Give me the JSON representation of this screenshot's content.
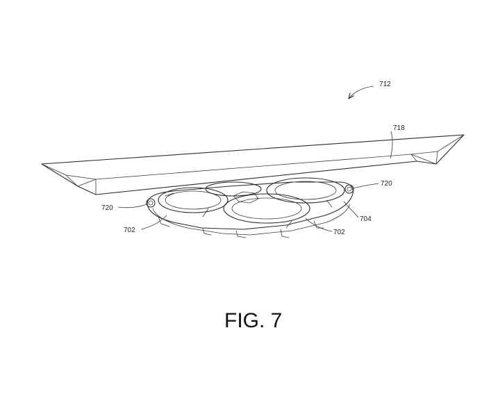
{
  "figure_label": "FIG. 7",
  "reference_numerals": {
    "assembly": "712",
    "wing": "718",
    "attachment_right": "720",
    "attachment_left": "720",
    "frame": "704",
    "propeller_left": "702",
    "propeller_right": "702"
  }
}
